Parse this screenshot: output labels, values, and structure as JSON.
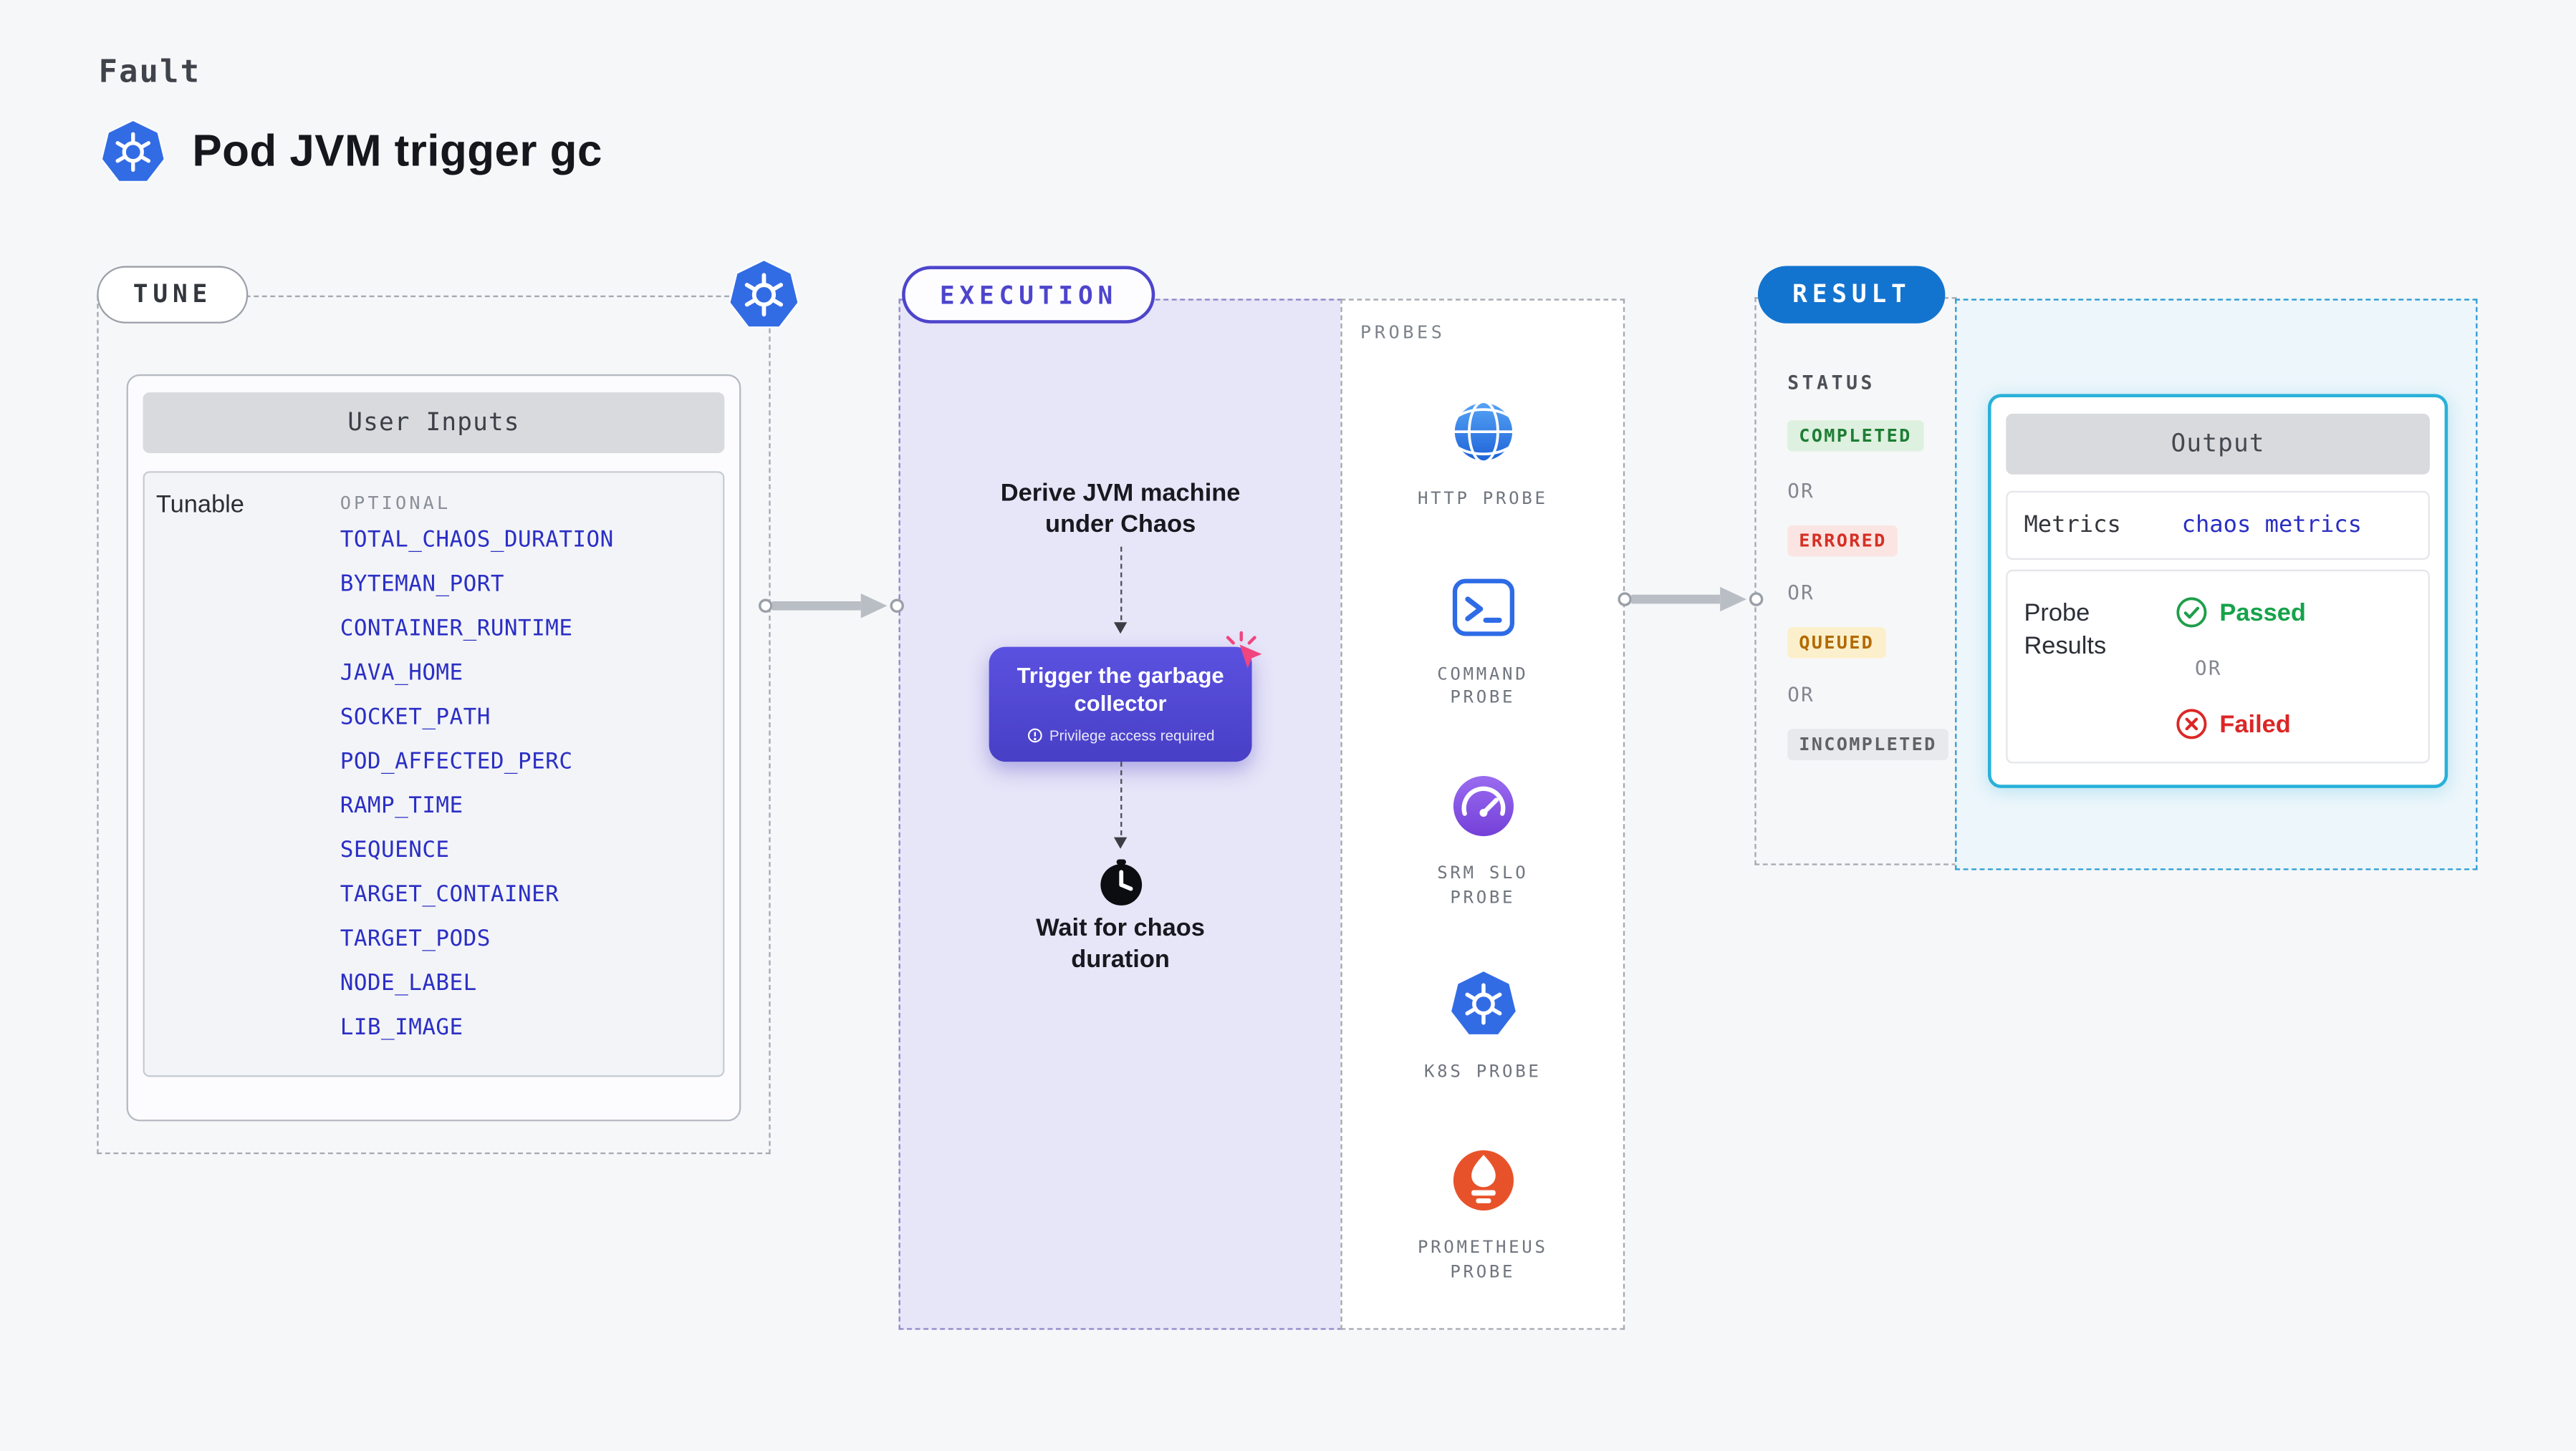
{
  "header": {
    "kicker": "Fault",
    "title": "Pod JVM trigger gc"
  },
  "tune": {
    "badge": "TUNE",
    "panel_title": "User Inputs",
    "row_label": "Tunable",
    "column_label": "OPTIONAL",
    "variables": [
      "TOTAL_CHAOS_DURATION",
      "BYTEMAN_PORT",
      "CONTAINER_RUNTIME",
      "JAVA_HOME",
      "SOCKET_PATH",
      "POD_AFFECTED_PERC",
      "RAMP_TIME",
      "SEQUENCE",
      "TARGET_CONTAINER",
      "TARGET_PODS",
      "NODE_LABEL",
      "LIB_IMAGE"
    ]
  },
  "execution": {
    "badge": "EXECUTION",
    "derive_step": "Derive JVM machine under Chaos",
    "trigger_button": "Trigger the garbage collector",
    "privilege_note": "Privilege access required",
    "wait_step": "Wait for chaos duration"
  },
  "probes": {
    "section_label": "PROBES",
    "items": [
      {
        "name": "HTTP PROBE",
        "icon": "globe-icon"
      },
      {
        "name": "COMMAND PROBE",
        "icon": "terminal-icon"
      },
      {
        "name": "SRM SLO PROBE",
        "icon": "gauge-icon"
      },
      {
        "name": "K8S PROBE",
        "icon": "kubernetes-icon"
      },
      {
        "name": "PROMETHEUS PROBE",
        "icon": "prometheus-icon"
      }
    ]
  },
  "result": {
    "badge": "RESULT",
    "status_label": "STATUS",
    "or_label": "OR",
    "statuses": [
      {
        "label": "COMPLETED",
        "color": "#1e7e34",
        "background": "#def0df"
      },
      {
        "label": "ERRORED",
        "color": "#d62f24",
        "background": "#fbe5e3"
      },
      {
        "label": "QUEUED",
        "color": "#b26a00",
        "background": "#fcf0cc"
      },
      {
        "label": "INCOMPLETED",
        "color": "#5f6368",
        "background": "#e7e9ed"
      }
    ],
    "output": {
      "panel_title": "Output",
      "metrics_label": "Metrics",
      "metrics_value": "chaos metrics",
      "probe_results_label": "Probe Results",
      "passed_label": "Passed",
      "or_label": "OR",
      "failed_label": "Failed"
    }
  },
  "colors": {
    "kubernetes_blue": "#326CE5",
    "execution_indigo": "#4d45cc",
    "button_indigo": "#5045d2",
    "result_blue": "#1374d0",
    "code_link_blue": "#2b2fc4",
    "output_cyan": "#29b1d9",
    "passed_green": "#16a34a",
    "failed_red": "#dc2626",
    "prometheus_orange": "#e8522a",
    "srm_purple": "#8050e0",
    "click_pink": "#f0457e"
  }
}
